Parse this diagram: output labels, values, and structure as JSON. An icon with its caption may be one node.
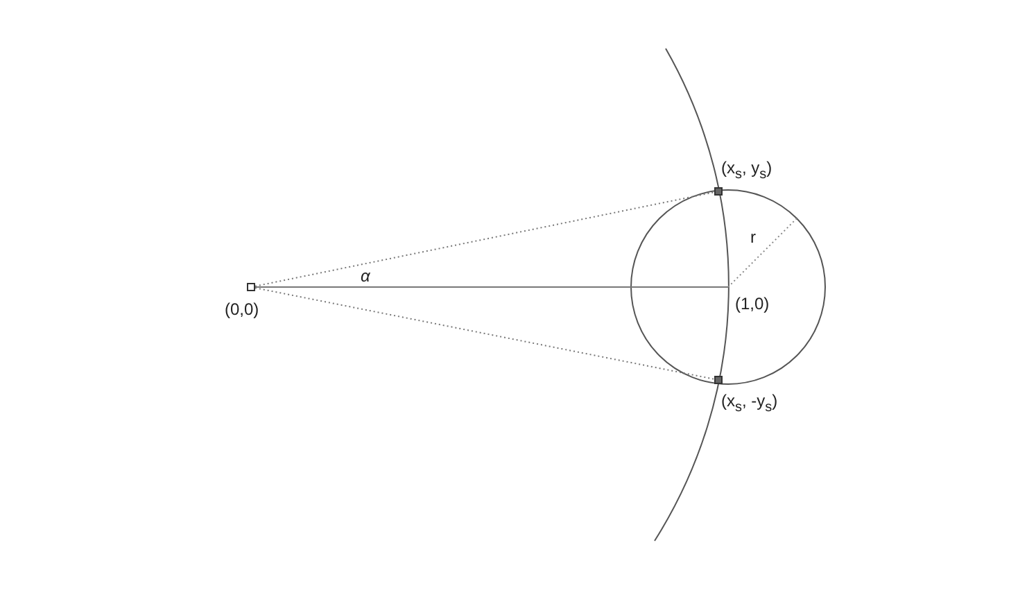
{
  "diagram": {
    "nodes": [
      {
        "text": [],
        "shape": "box",
        "beside": [
          "(0,0)"
        ]
      },
      {
        "text": [],
        "shape": "box",
        "beside": [
          "(x$_{s}$, y$_{s}$)"
        ]
      },
      {
        "text": [],
        "shape": "box",
        "beside": [
          "(x$_{s}$, -y$_{s}$)"
        ]
      }
    ],
    "edges": [
      {
        "from": 0,
        "to": 1,
        "arrow": "none",
        "style": "dashed"
      },
      {
        "from": 0,
        "to": 2,
        "arrow": "none",
        "style": "dashed"
      }
    ],
    "labels": [
      "α",
      "r",
      "(1,0)"
    ]
  }
}
